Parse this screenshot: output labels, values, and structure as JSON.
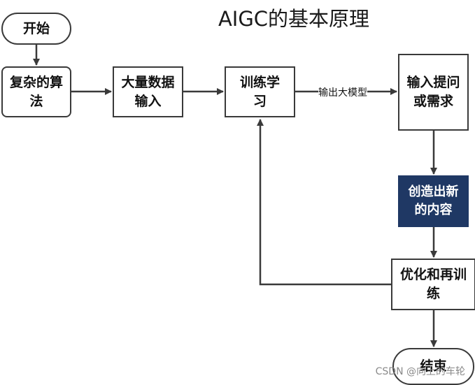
{
  "title": "AIGC的基本原理",
  "nodes": {
    "start": "开始",
    "complex_algorithm": "复杂的算法",
    "big_data_input": "大量数据输入",
    "training_learning": "训练学习",
    "input_prompt": "输入提问或需求",
    "create_content": "创造出新的内容",
    "optimize_retrain": "优化和再训练",
    "end": "结束"
  },
  "edges": {
    "output_model": "输出大模型"
  },
  "watermark": "CSDN @向上的车轮",
  "colors": {
    "highlight_fill": "#1f3864",
    "border": "#3a3a3a"
  }
}
